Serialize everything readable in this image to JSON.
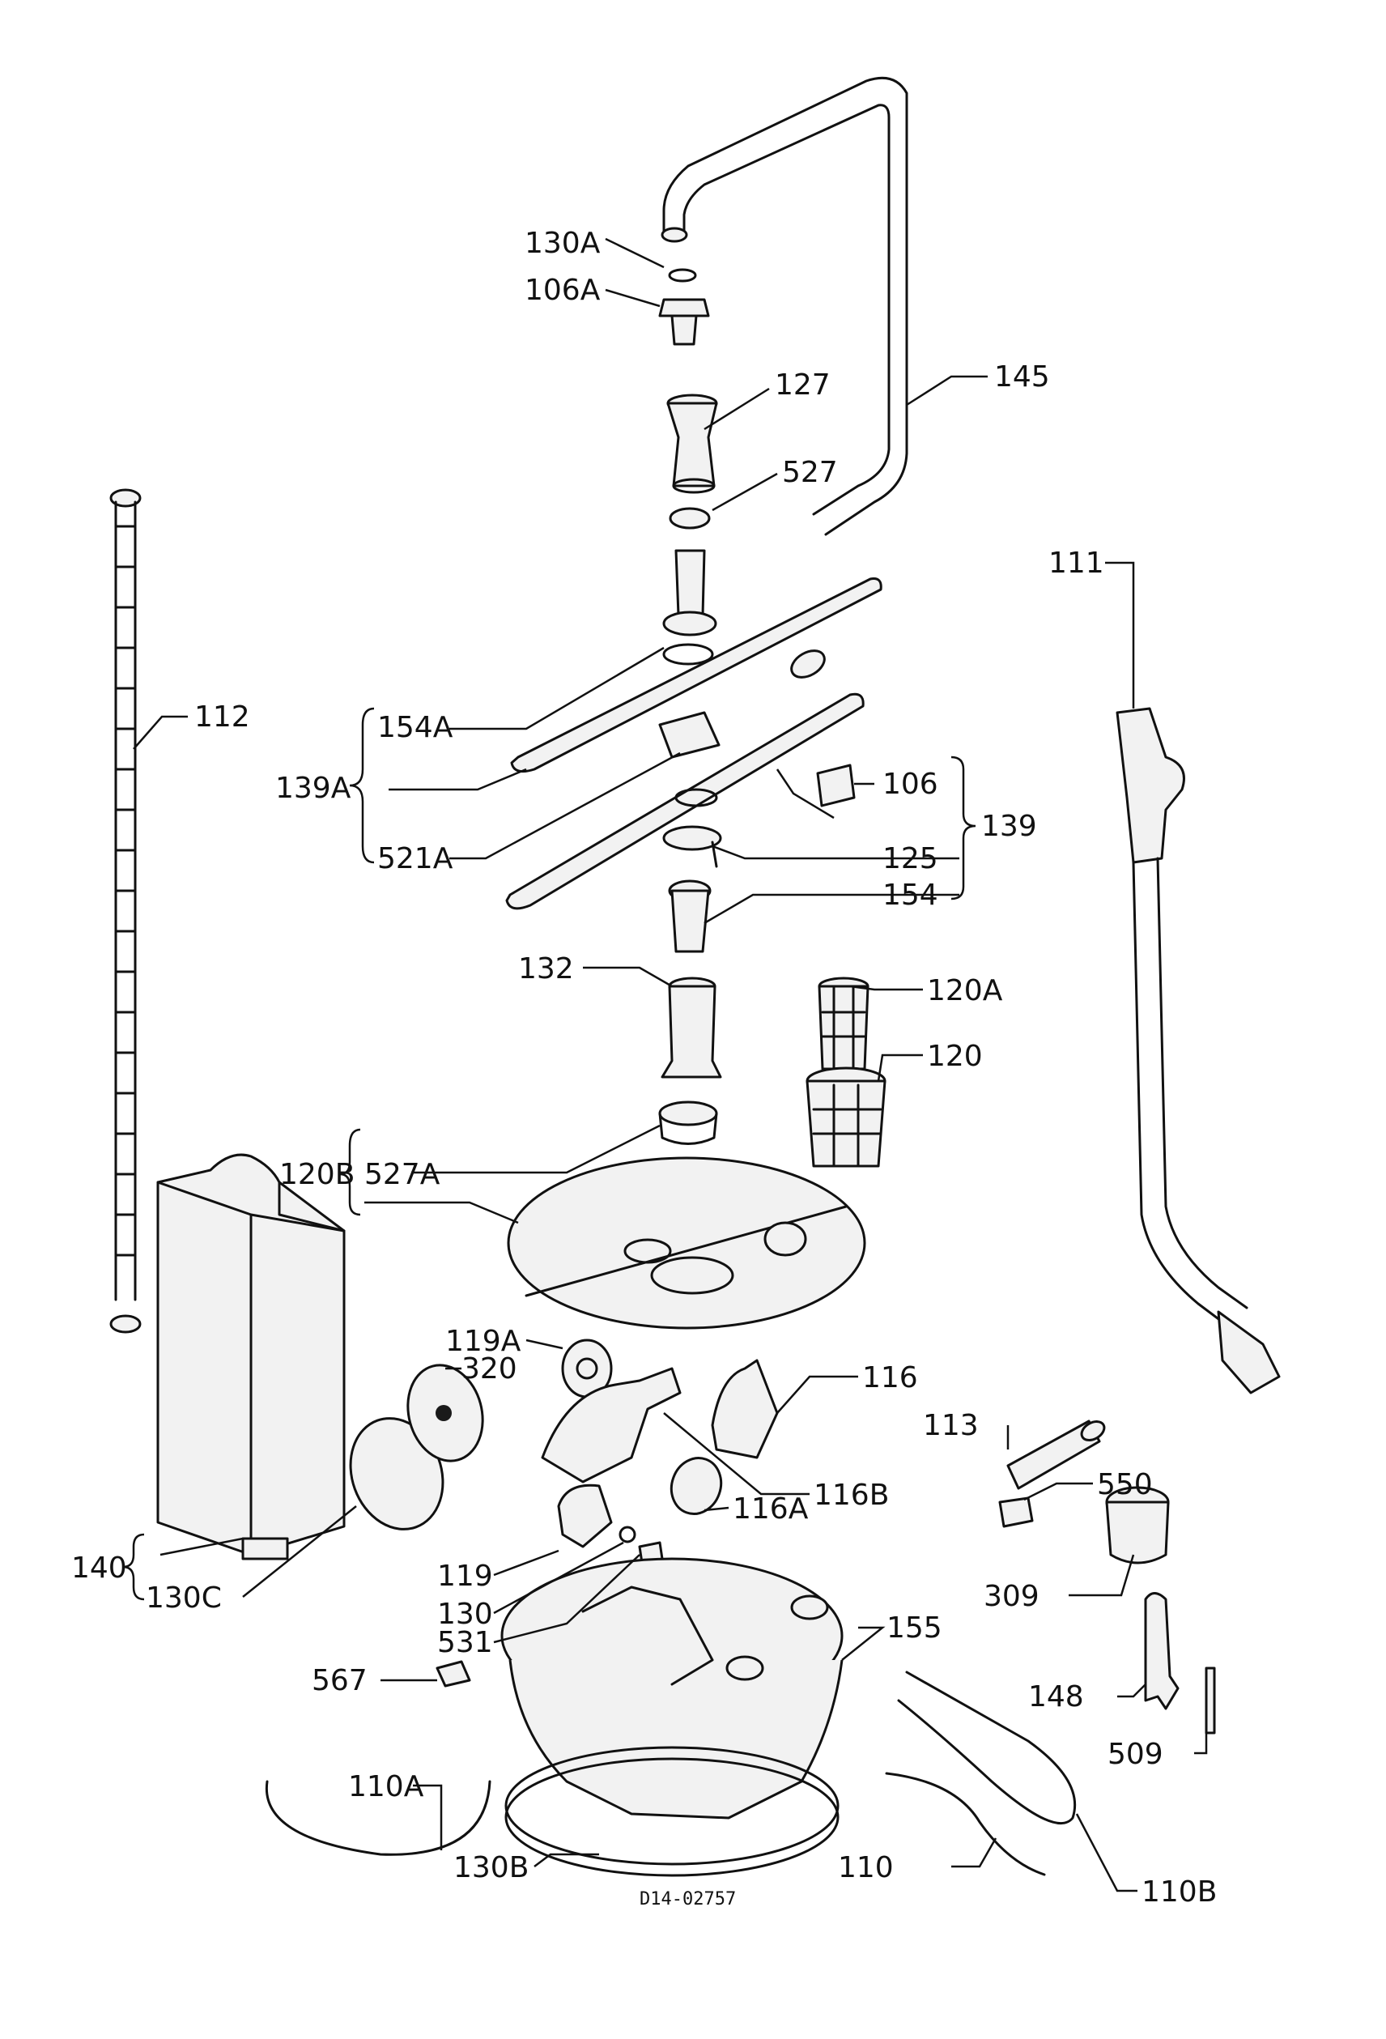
{
  "labels": {
    "p130A": "130A",
    "p106A": "106A",
    "p127": "127",
    "p145": "145",
    "p527": "527",
    "p111": "111",
    "p112": "112",
    "p154A": "154A",
    "p139A": "139A",
    "p521A": "521A",
    "p106": "106",
    "p139": "139",
    "p125": "125",
    "p154": "154",
    "p132": "132",
    "p120A": "120A",
    "p120": "120",
    "p120B": "120B",
    "p527A": "527A",
    "p119A": "119A",
    "p320": "320",
    "p116": "116",
    "p116B": "116B",
    "p116A": "116A",
    "p113": "113",
    "p550": "550",
    "p309": "309",
    "p140": "140",
    "p130C": "130C",
    "p119": "119",
    "p130": "130",
    "p531": "531",
    "p155": "155",
    "p567": "567",
    "p148": "148",
    "p509": "509",
    "p110A": "110A",
    "p130B": "130B",
    "p110": "110",
    "p110B": "110B"
  },
  "drawing_code": "D14-02757"
}
